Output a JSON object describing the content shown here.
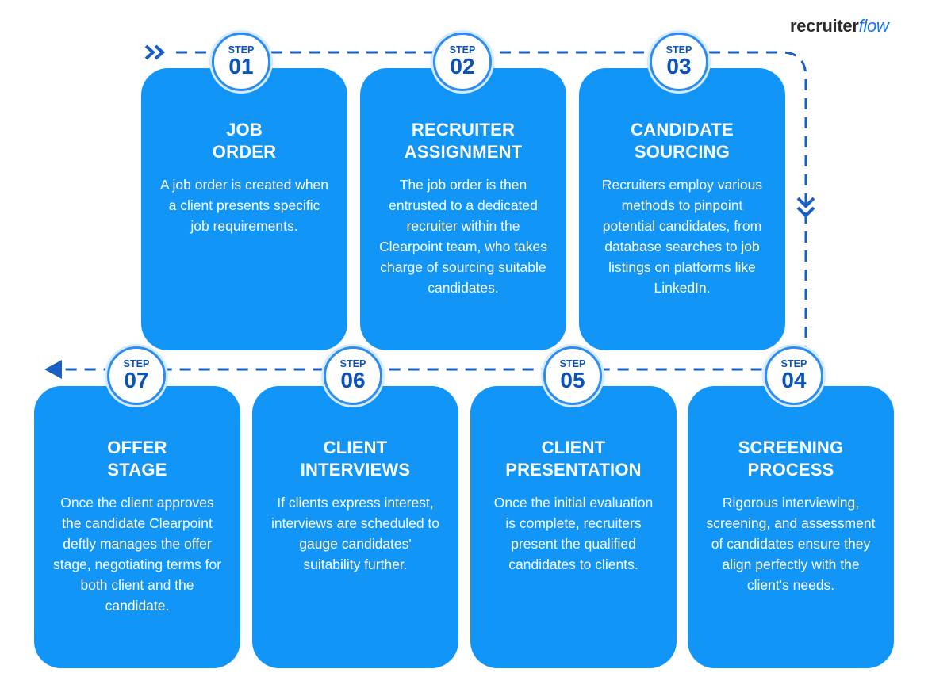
{
  "brand": {
    "part1": "recruiter",
    "part2": "flow"
  },
  "colors": {
    "card": "#1195f6",
    "accent": "#0a53b8",
    "line": "#1a5fc4"
  },
  "steps": [
    {
      "label": "STEP",
      "number": "01",
      "title_line1": "JOB",
      "title_line2": "ORDER",
      "description": "A job order is created when a client presents specific job requirements."
    },
    {
      "label": "STEP",
      "number": "02",
      "title_line1": "RECRUITER",
      "title_line2": "ASSIGNMENT",
      "description": "The job order is then entrusted to a dedicated recruiter within the Clearpoint team, who takes charge of sourcing suitable candidates."
    },
    {
      "label": "STEP",
      "number": "03",
      "title_line1": "CANDIDATE",
      "title_line2": "SOURCING",
      "description": "Recruiters employ various methods to pinpoint potential candidates, from database searches to job listings on platforms like LinkedIn."
    },
    {
      "label": "STEP",
      "number": "04",
      "title_line1": "SCREENING",
      "title_line2": "PROCESS",
      "description": "Rigorous interviewing, screening, and assessment of candidates ensure they align perfectly with the client's needs."
    },
    {
      "label": "STEP",
      "number": "05",
      "title_line1": "CLIENT",
      "title_line2": "PRESENTATION",
      "description": "Once the initial evaluation is complete, recruiters present the qualified candidates to clients."
    },
    {
      "label": "STEP",
      "number": "06",
      "title_line1": "CLIENT",
      "title_line2": "INTERVIEWS",
      "description": "If clients express interest, interviews are scheduled to gauge candidates' suitability further."
    },
    {
      "label": "STEP",
      "number": "07",
      "title_line1": "OFFER",
      "title_line2": "STAGE",
      "description": "Once the client approves the candidate Clearpoint deftly manages the offer stage, negotiating terms for both client and the candidate."
    }
  ]
}
